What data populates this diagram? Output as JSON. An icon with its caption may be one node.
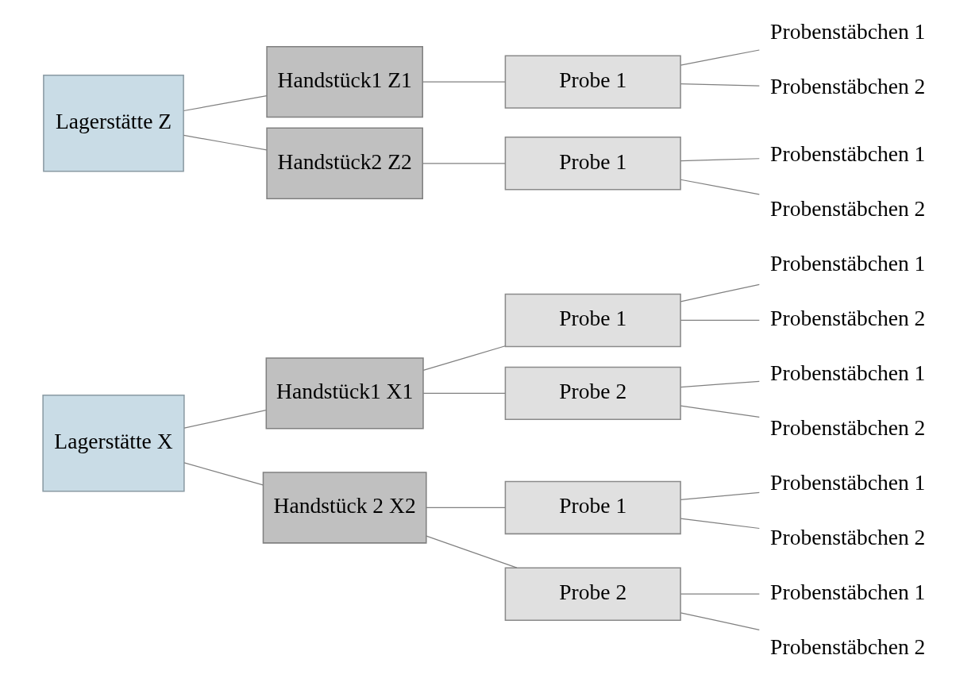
{
  "diagram": {
    "nodes": [
      {
        "text": [
          "Lagerstätte X"
        ]
      },
      {
        "text": [
          "Handstück1 X1"
        ]
      },
      {
        "text": [
          "Probe 1"
        ]
      },
      {
        "text": [
          "Probenstäbchen 1"
        ]
      },
      {
        "text": [
          "Probenstäbchen 2"
        ]
      },
      {
        "text": [
          "Probe 2"
        ]
      },
      {
        "text": [
          "Probenstäbchen 1"
        ]
      },
      {
        "text": [
          "Probenstäbchen 2"
        ]
      },
      {
        "text": [
          "Handstück 2 X2"
        ]
      },
      {
        "text": [
          "Probe 1"
        ]
      },
      {
        "text": [
          "Probenstäbchen 1"
        ]
      },
      {
        "text": [
          "Probenstäbchen 2"
        ]
      },
      {
        "text": [
          "Probe 2"
        ]
      },
      {
        "text": [
          "Probenstäbchen 1"
        ]
      },
      {
        "text": [
          "Probenstäbchen 2"
        ]
      },
      {
        "text": [
          "Lagerstätte Z"
        ]
      },
      {
        "text": [
          "Handstück1 Z1"
        ]
      },
      {
        "text": [
          "Probe 1"
        ]
      },
      {
        "text": [
          "Probenstäbchen 1"
        ]
      },
      {
        "text": [
          "Probenstäbchen 2"
        ]
      },
      {
        "text": [
          "Handstück2 Z2"
        ]
      },
      {
        "text": [
          "Probe 1"
        ]
      },
      {
        "text": [
          "Probenstäbchen 1"
        ]
      },
      {
        "text": [
          "Probenstäbchen 2"
        ]
      }
    ],
    "edges": [
      {
        "from": 0,
        "to": 1,
        "arrow": "none"
      },
      {
        "from": 1,
        "to": 2,
        "arrow": "none"
      },
      {
        "from": 2,
        "to": 3,
        "arrow": "none"
      },
      {
        "from": 2,
        "to": 4,
        "arrow": "none"
      },
      {
        "from": 1,
        "to": 5,
        "arrow": "none"
      },
      {
        "from": 5,
        "to": 6,
        "arrow": "none"
      },
      {
        "from": 5,
        "to": 7,
        "arrow": "none"
      },
      {
        "from": 0,
        "to": 8,
        "arrow": "none"
      },
      {
        "from": 8,
        "to": 9,
        "arrow": "none"
      },
      {
        "from": 9,
        "to": 10,
        "arrow": "none"
      },
      {
        "from": 9,
        "to": 11,
        "arrow": "none"
      },
      {
        "from": 8,
        "to": 12,
        "arrow": "none"
      },
      {
        "from": 12,
        "to": 13,
        "arrow": "none"
      },
      {
        "from": 12,
        "to": 14,
        "arrow": "none"
      },
      {
        "from": 15,
        "to": 16,
        "arrow": "none"
      },
      {
        "from": 16,
        "to": 17,
        "arrow": "none"
      },
      {
        "from": 17,
        "to": 18,
        "arrow": "none"
      },
      {
        "from": 17,
        "to": 19,
        "arrow": "none"
      },
      {
        "from": 15,
        "to": 20,
        "arrow": "none"
      },
      {
        "from": 20,
        "to": 21,
        "arrow": "none"
      },
      {
        "from": 21,
        "to": 22,
        "arrow": "none"
      },
      {
        "from": 21,
        "to": 23,
        "arrow": "none"
      }
    ]
  }
}
